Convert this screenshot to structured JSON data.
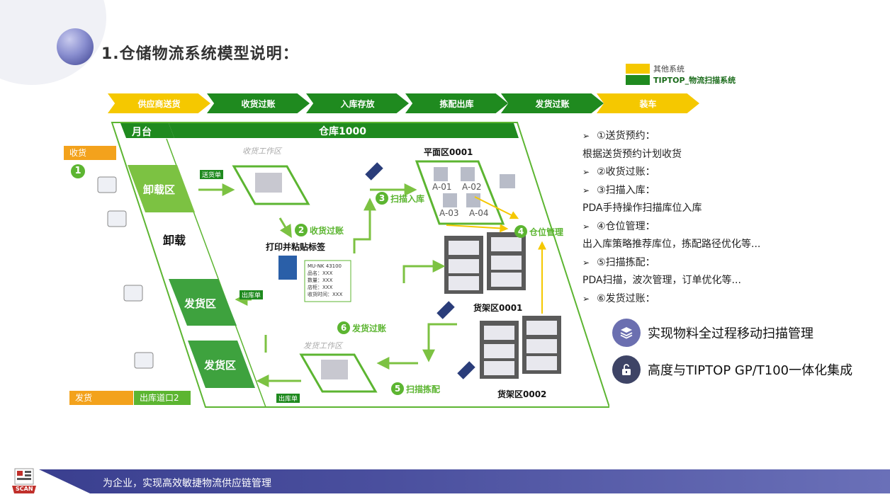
{
  "page": {
    "title": "1.仓储物流系统模型说明：",
    "slogan": "为企业，实现高效敏捷物流供应链管理"
  },
  "legend": {
    "items": [
      {
        "label": "其他系统",
        "color": "#f5c800"
      },
      {
        "label": "TIPTOP_物流扫描系统",
        "color": "#1f8a1f"
      }
    ]
  },
  "stages": [
    {
      "label": "供应商送货",
      "color": "#f5c800"
    },
    {
      "label": "收货过账",
      "color": "#1f8a1f"
    },
    {
      "label": "入库存放",
      "color": "#1f8a1f"
    },
    {
      "label": "拣配出库",
      "color": "#1f8a1f"
    },
    {
      "label": "发货过账",
      "color": "#1f8a1f"
    },
    {
      "label": "装车",
      "color": "#f5c800"
    }
  ],
  "diagram": {
    "dock_header": "月台",
    "warehouse_header": "仓库1000",
    "unload_zone": "卸载区",
    "unload_label": "卸载",
    "ship_zone_1": "发货区",
    "ship_zone_2": "发货区",
    "receive_tag": "收货",
    "receive_tag_num": "1",
    "ship_tag": "发货",
    "exit_tag": "出库道口2",
    "receive_work_area": "收货工作区",
    "ship_work_area": "发货工作区",
    "flat_zone": "平面区0001",
    "bins": [
      "A-01",
      "A-02",
      "A-03",
      "A-04"
    ],
    "shelf_zone_1": "货架区0001",
    "shelf_zone_2": "货架区0002",
    "print_label": "打印并粘贴标签",
    "delivery_note": "送货单",
    "outbound_note_1": "出库单",
    "outbound_note_2": "出库单",
    "label_card": [
      "MU-NK 43100",
      "品名：XXX",
      "数量：XXX",
      "店柜：XXX",
      "收货时间：XXX"
    ],
    "steps": [
      {
        "num": "2",
        "label": "收货过账"
      },
      {
        "num": "3",
        "label": "扫描入库"
      },
      {
        "num": "4",
        "label": "仓位管理"
      },
      {
        "num": "5",
        "label": "扫描拣配"
      },
      {
        "num": "6",
        "label": "发货过账"
      }
    ]
  },
  "notes": [
    {
      "bullet": true,
      "text": "①送货预约："
    },
    {
      "bullet": false,
      "text": "根据送货预约计划收货"
    },
    {
      "bullet": true,
      "text": "②收货过账："
    },
    {
      "bullet": true,
      "text": "③扫描入库："
    },
    {
      "bullet": false,
      "text": "PDA手持操作扫描库位入库"
    },
    {
      "bullet": true,
      "text": "④仓位管理："
    },
    {
      "bullet": false,
      "text": "出入库策略推荐库位，拣配路径优化等..."
    },
    {
      "bullet": true,
      "text": "⑤扫描拣配："
    },
    {
      "bullet": false,
      "text": "PDA扫描，波次管理，订单优化等..."
    },
    {
      "bullet": true,
      "text": "⑥发货过账："
    }
  ],
  "features": [
    {
      "icon": "layers-icon",
      "text": "实现物料全过程移动扫描管理",
      "color": "#6b6fb0"
    },
    {
      "icon": "unlock-icon",
      "text": "高度与TIPTOP GP/T100一体化集成",
      "color": "#3e4466"
    }
  ],
  "logo": {
    "text": "SCAN"
  }
}
